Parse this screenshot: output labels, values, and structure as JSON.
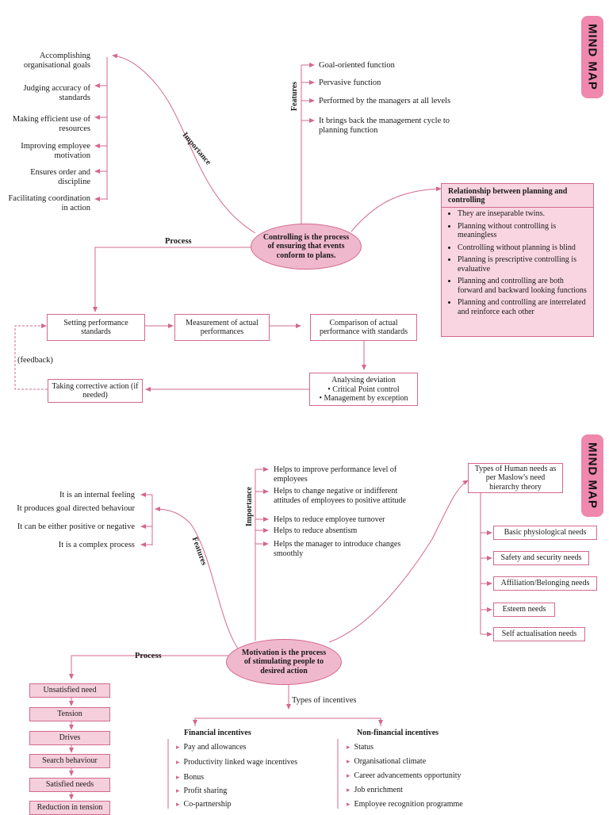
{
  "map1": {
    "tag": "MIND MAP",
    "center": "Controlling is the process of ensuring that events conform to plans.",
    "importance_label": "Importance",
    "importance_items": [
      "Accomplishing organisational goals",
      "Judging accuracy of standards",
      "Making efficient use of resources",
      "Improving employee motivation",
      "Ensures order and discipline",
      "Facilitating coordination in action"
    ],
    "features_label": "Features",
    "features_items": [
      "Goal-oriented function",
      "Pervasive function",
      "Performed by the managers at all levels",
      "It brings back the management cycle to planning function"
    ],
    "relationship": {
      "title": "Relationship between planning and controlling",
      "items": [
        "They are inseparable twins.",
        "Planning without controlling is meaningless",
        "Controlling without planning is blind",
        "Planning is prescriptive controlling is evaluative",
        "Planning and controlling are both forward and backward looking functions",
        "Planning and controlling are interrelated and reinforce each other"
      ]
    },
    "process_label": "Process",
    "steps": [
      "Setting performance standards",
      "Measurement of actual performances",
      "Comparison of actual performance with standards",
      "Taking corrective action (if needed)"
    ],
    "deviation": {
      "title": "Analysing deviation",
      "items": [
        "Critical Point control",
        "Management by exception"
      ]
    },
    "feedback": "(feedback)"
  },
  "map2": {
    "tag": "MIND MAP",
    "center": "Motivation is the process of stimulating people to desired action",
    "features_label": "Features",
    "features_items": [
      "It is an internal feeling",
      "It produces goal directed behaviour",
      "It can be either positive or negative",
      "It is a complex process"
    ],
    "importance_label": "Importance",
    "importance_items": [
      "Helps to improve performance level of employees",
      "Helps to change negative or indifferent attitudes of employees to positive attitude",
      "Helps to reduce employee turnover",
      "Helps to reduce absentism",
      "Helps the manager to introduce changes smoothly"
    ],
    "needs_title": "Types of Human needs as per Maslow's need hierarchy theory",
    "needs": [
      "Basic physiological needs",
      "Safety and security needs",
      "Affiliation/Belonging needs",
      "Esteem needs",
      "Self actualisation needs"
    ],
    "process_label": "Process",
    "process_steps": [
      "Unsatisfied need",
      "Tension",
      "Drives",
      "Search behaviour",
      "Satisfied needs",
      "Reduction in tension"
    ],
    "incentives_label": "Types of incentives",
    "financial_title": "Financial incentives",
    "financial": [
      "Pay and allowances",
      "Productivity linked wage incentives",
      "Bonus",
      "Profit sharing",
      "Co-partnership"
    ],
    "nonfinancial_title": "Non-financial incentives",
    "nonfinancial": [
      "Status",
      "Organisational climate",
      "Career advancements opportunity",
      "Job enrichment",
      "Employee recognition programme"
    ]
  }
}
